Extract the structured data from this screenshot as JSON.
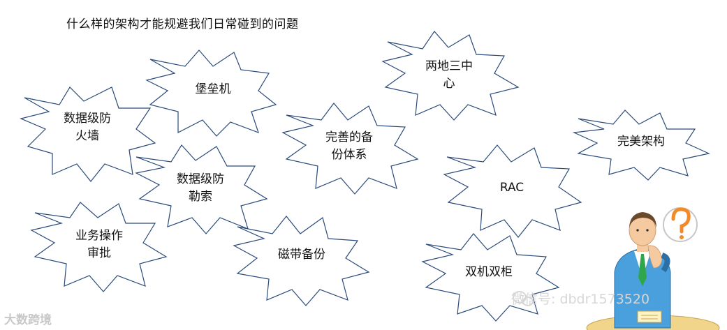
{
  "title": "什么样的架构才能规避我们日常碰到的问题",
  "bursts": [
    {
      "id": "firewall",
      "lines": [
        "数据级防",
        "火墙"
      ]
    },
    {
      "id": "fortress",
      "lines": [
        "堡垒机"
      ]
    },
    {
      "id": "ransom",
      "lines": [
        "数据级防",
        "勒索"
      ]
    },
    {
      "id": "approval",
      "lines": [
        "业务操作",
        "审批"
      ]
    },
    {
      "id": "tape",
      "lines": [
        "磁带备份"
      ]
    },
    {
      "id": "backup",
      "lines": [
        "完善的备",
        "份体系"
      ]
    },
    {
      "id": "twosites",
      "lines": [
        "两地三中",
        "心"
      ]
    },
    {
      "id": "rac",
      "lines": [
        "RAC"
      ]
    },
    {
      "id": "dual",
      "lines": [
        "双机双柜"
      ]
    },
    {
      "id": "perfect",
      "lines": [
        "完美架构"
      ]
    }
  ],
  "watermark": {
    "left": "大数跨境",
    "right": "微信号: dbdr1573520"
  },
  "colors": {
    "burst_stroke": "#2a4a7a",
    "figure_suit": "#4aa0dc",
    "question_mark": "#f08a2a"
  },
  "icons": [
    "thinking-man-icon",
    "question-mark-icon"
  ]
}
